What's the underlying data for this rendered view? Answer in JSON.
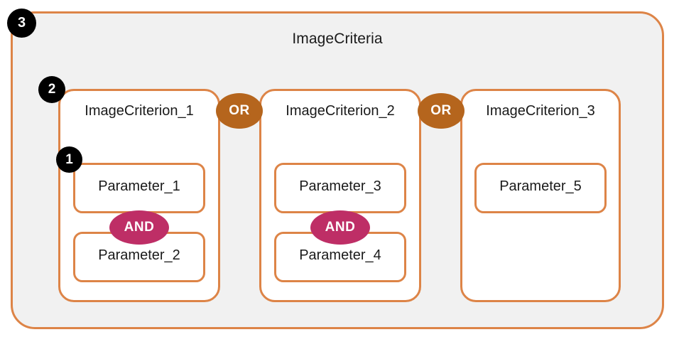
{
  "diagram": {
    "title": "ImageCriteria",
    "colors": {
      "box_border": "#DD8447",
      "outer_fill": "#F1F1F1",
      "box_fill": "#FFFFFF",
      "or_chip": "#B5651D",
      "and_chip": "#BE2E66",
      "badge": "#000000",
      "text": "#1A1A1A"
    },
    "badges": [
      {
        "id": "badge-1",
        "label": "1"
      },
      {
        "id": "badge-2",
        "label": "2"
      },
      {
        "id": "badge-3",
        "label": "3"
      }
    ],
    "connectors": {
      "or_label": "OR",
      "and_label": "AND"
    },
    "criteria": [
      {
        "title": "ImageCriterion_1",
        "parameters": [
          "Parameter_1",
          "Parameter_2"
        ],
        "operator": "AND"
      },
      {
        "title": "ImageCriterion_2",
        "parameters": [
          "Parameter_3",
          "Parameter_4"
        ],
        "operator": "AND"
      },
      {
        "title": "ImageCriterion_3",
        "parameters": [
          "Parameter_5"
        ],
        "operator": ""
      }
    ]
  }
}
